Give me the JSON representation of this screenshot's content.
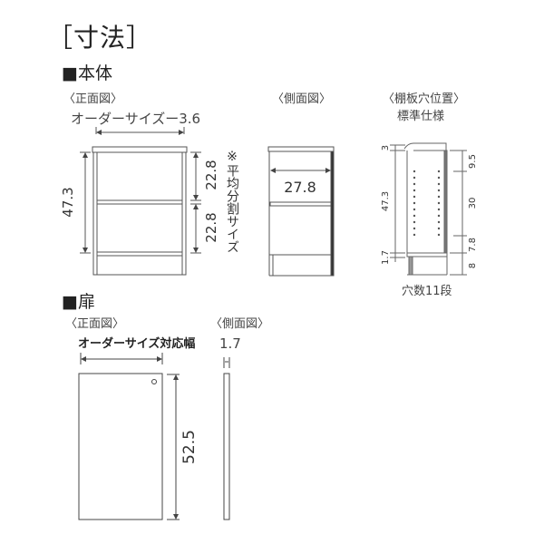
{
  "title": "［寸法］",
  "body_section": {
    "heading": "■本体",
    "front_view": {
      "label": "〈正面図〉",
      "width_note": "オーダーサイズー3.6",
      "height": "47.3",
      "upper_space": "22.8",
      "lower_space": "22.8",
      "side_note": "※平均分割サイズ"
    },
    "side_view": {
      "label": "〈側面図〉",
      "depth": "27.8"
    },
    "shelf_hole_view": {
      "label": "〈棚板穴位置〉",
      "sublabel": "標準仕様",
      "dims_left": [
        "3",
        "47.3",
        "1.7"
      ],
      "dims_right": [
        "9.5",
        "30",
        "7.8",
        "8"
      ],
      "hole_count_label": "穴数11段",
      "hole_rows": 11
    }
  },
  "door_section": {
    "heading": "■扉",
    "front_view": {
      "label": "〈正面図〉",
      "width_note": "オーダーサイズ対応幅",
      "height": "52.5"
    },
    "side_view": {
      "label": "〈側面図〉",
      "thickness": "1.7"
    }
  }
}
